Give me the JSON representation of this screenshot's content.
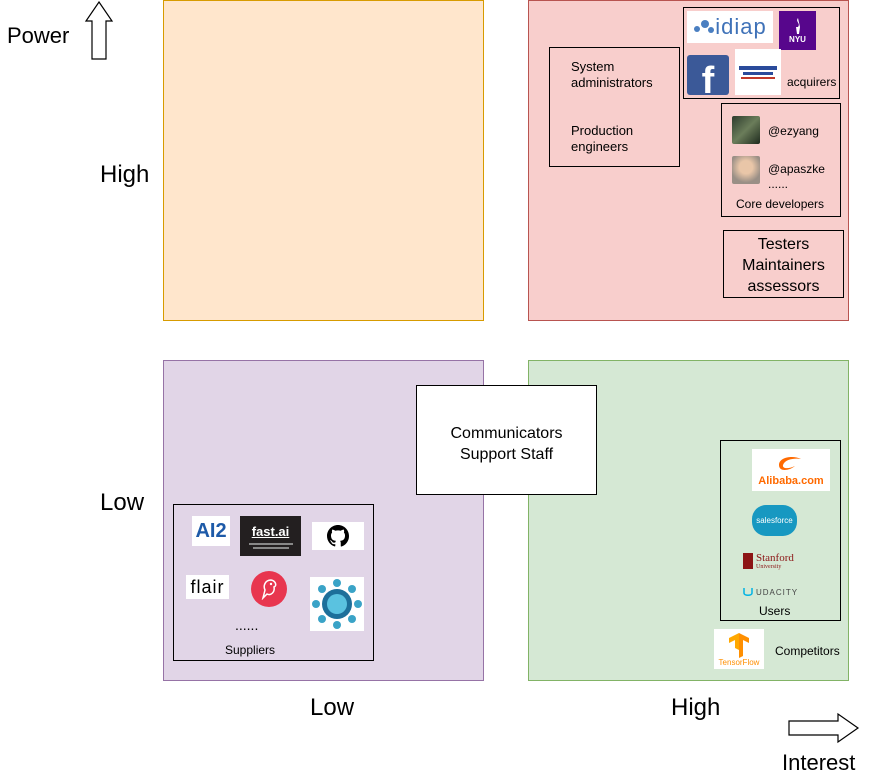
{
  "axes": {
    "y_title": "Power",
    "x_title": "Interest",
    "y_high": "High",
    "y_low": "Low",
    "x_low": "Low",
    "x_high": "High"
  },
  "quadrants": {
    "high_power_low_interest": {
      "color": "#ffe6cc",
      "border": "#d79b00"
    },
    "high_power_high_interest": {
      "color": "#f8cecc",
      "border": "#b85450"
    },
    "low_power_low_interest": {
      "color": "#e1d5e7",
      "border": "#9673a6"
    },
    "low_power_high_interest": {
      "color": "#d5e8d4",
      "border": "#82b366"
    }
  },
  "groups": {
    "admins": {
      "line1": "System administrators",
      "line2": "Production engineers"
    },
    "acquirers": {
      "label": "acquirers",
      "logos": [
        "idiap-logo",
        "nyu-logo",
        "facebook-logo",
        "institution-logo"
      ],
      "logo_text": {
        "idiap": "idiap",
        "nyu": "NYU",
        "facebook": "f"
      }
    },
    "core_developers": {
      "label": "Core developers",
      "members": [
        "@ezyang",
        "@apaszke"
      ],
      "ellipsis": "......"
    },
    "testers": {
      "line1": "Testers",
      "line2": "Maintainers",
      "line3": "assessors"
    },
    "communicators": {
      "line1": "Communicators",
      "line2": "Support Staff"
    },
    "suppliers": {
      "label": "Suppliers",
      "ellipsis": "......",
      "logo_text": {
        "ai2": "AI2",
        "fastai": "fast.ai",
        "flair": "flair"
      }
    },
    "users": {
      "label": "Users",
      "logo_text": {
        "alibaba": "Alibaba.com",
        "salesforce": "salesforce",
        "stanford": "Stanford",
        "stanford_sub": "University",
        "udacity": "UDACITY"
      }
    },
    "competitors": {
      "label": "Competitors",
      "logo_text": {
        "tensorflow": "TensorFlow"
      }
    }
  }
}
